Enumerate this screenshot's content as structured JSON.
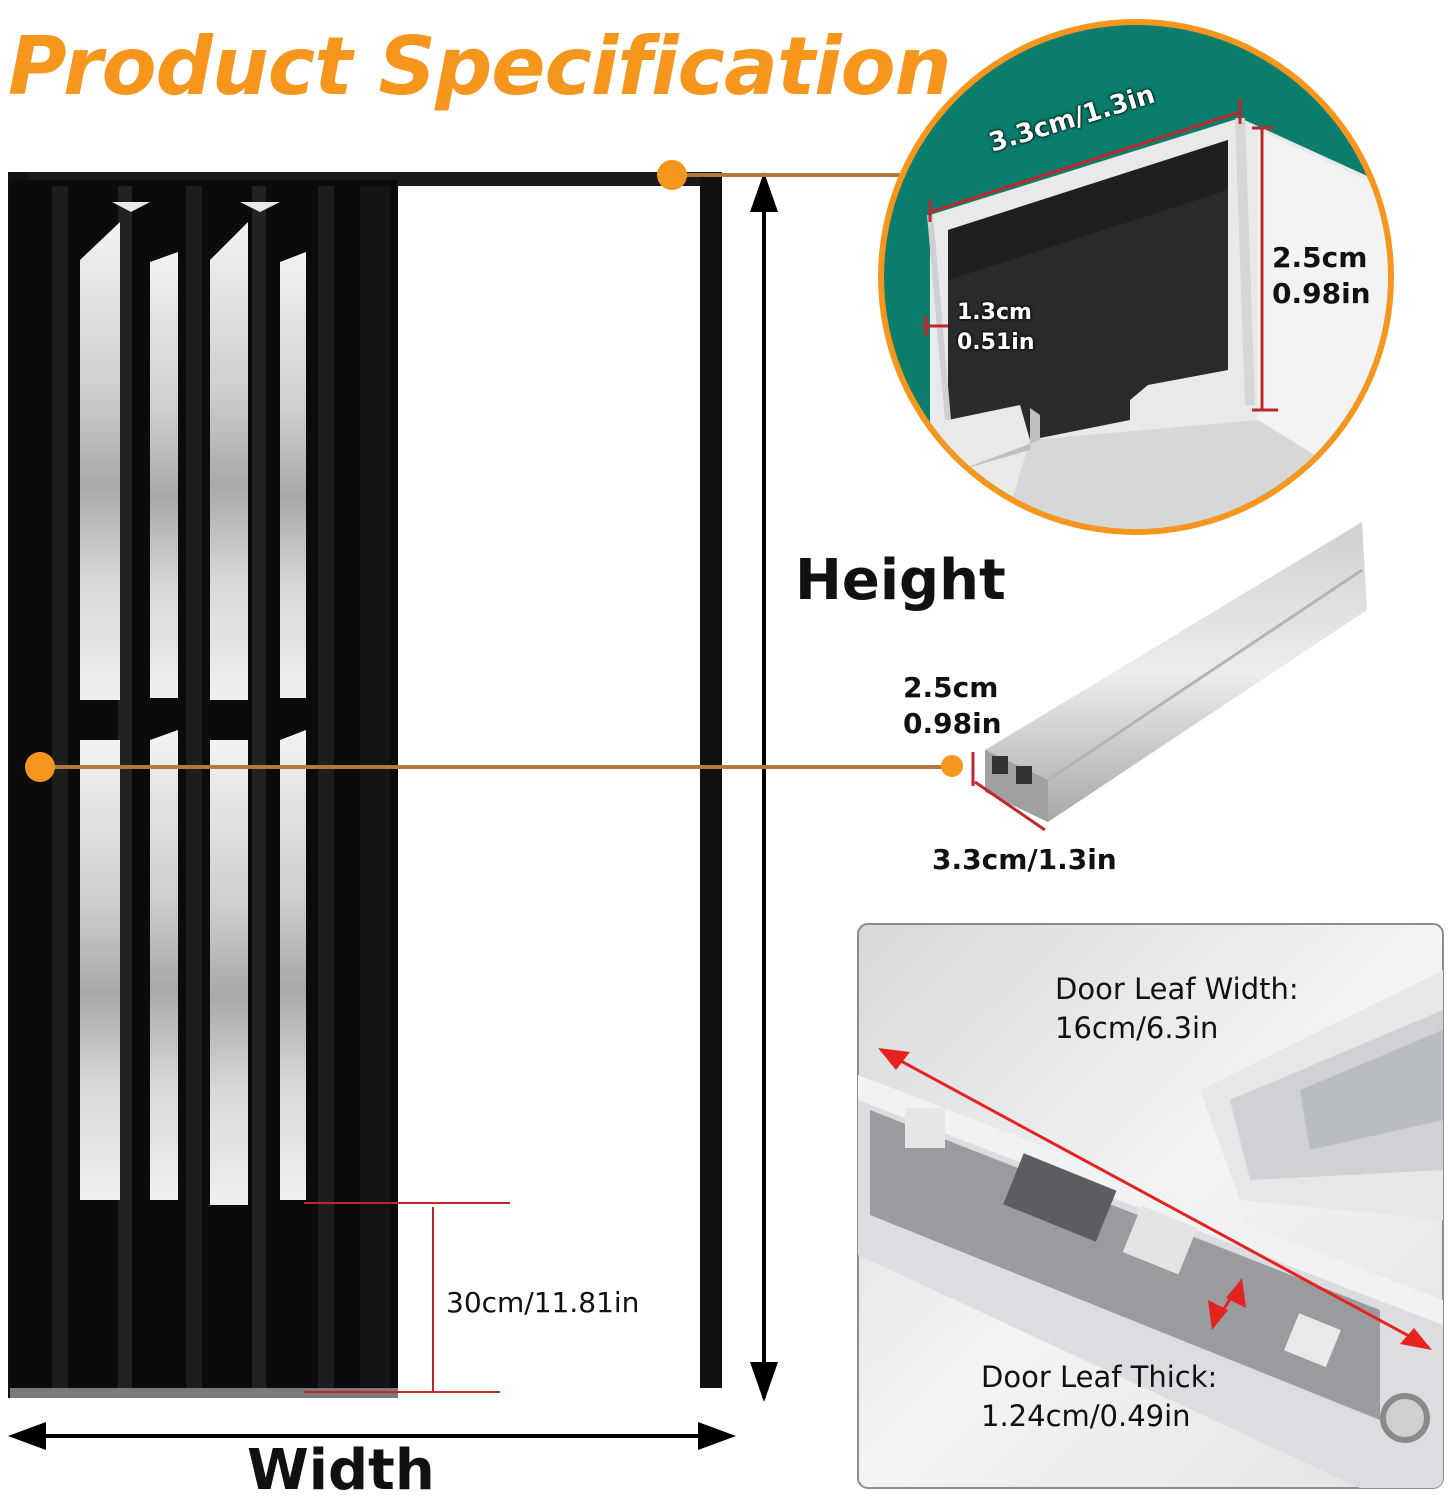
{
  "title": "Product Specification",
  "labels": {
    "height": "Height",
    "width": "Width",
    "bottom_gap": "30cm/11.81in"
  },
  "top_track": {
    "width": "3.3cm/1.3in",
    "height_cm": "2.5cm",
    "height_in": "0.98in",
    "lip_cm": "1.3cm",
    "lip_in": "0.51in"
  },
  "side_track": {
    "height_cm": "2.5cm",
    "height_in": "0.98in",
    "width": "3.3cm/1.3in"
  },
  "door_leaf": {
    "width_label": "Door Leaf Width:",
    "width_value": "16cm/6.3in",
    "thick_label": "Door Leaf Thick:",
    "thick_value": "1.24cm/0.49in"
  },
  "colors": {
    "accent": "#f7961d",
    "teal": "#0a7d6c",
    "door": "#0b0b0b",
    "dimension_red": "#c0272d",
    "arrow_red": "#e4231f"
  }
}
